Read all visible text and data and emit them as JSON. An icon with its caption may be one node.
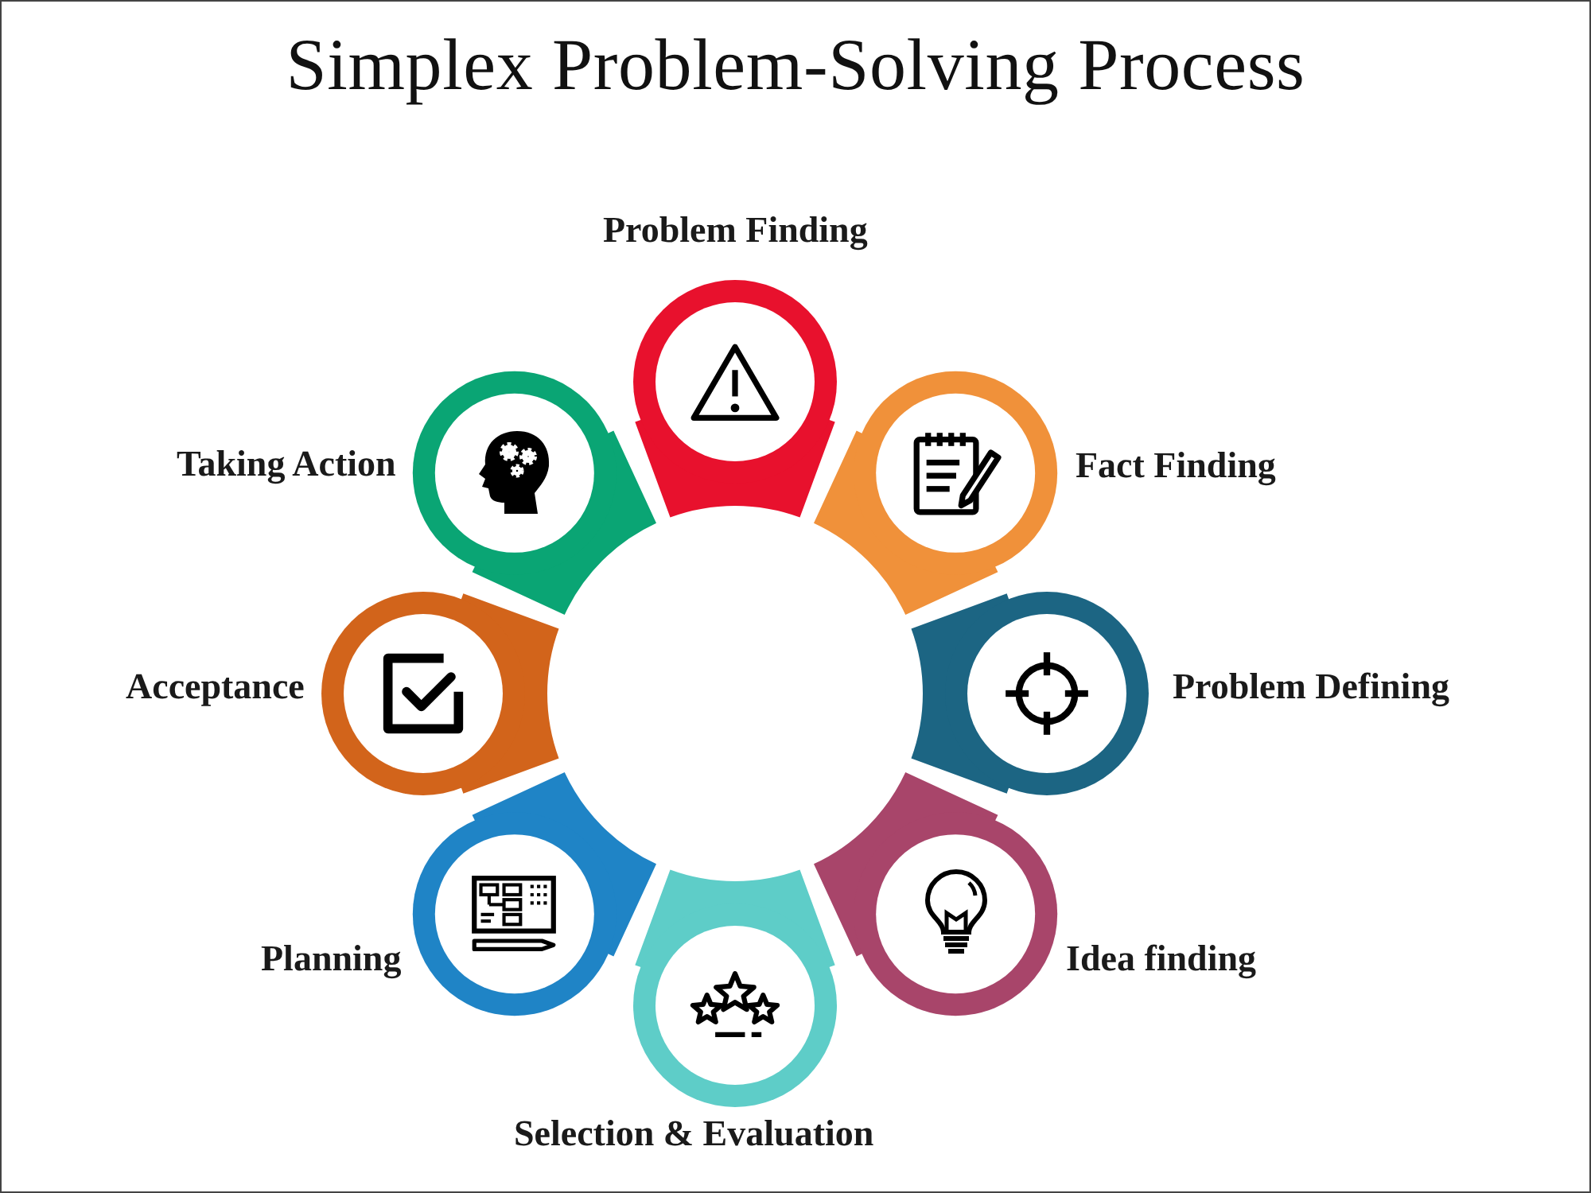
{
  "diagram": {
    "title": "Simplex Problem-Solving Process",
    "nodes": [
      {
        "text": [
          "Problem Finding"
        ]
      },
      {
        "text": [
          "Fact Finding"
        ]
      },
      {
        "text": [
          "Problem Defining"
        ]
      },
      {
        "text": [
          "Idea finding"
        ]
      },
      {
        "text": [
          "Selection & Evaluation"
        ]
      },
      {
        "text": [
          "Planning"
        ]
      },
      {
        "text": [
          "Acceptance"
        ]
      },
      {
        "text": [
          "Taking Action"
        ]
      }
    ]
  }
}
